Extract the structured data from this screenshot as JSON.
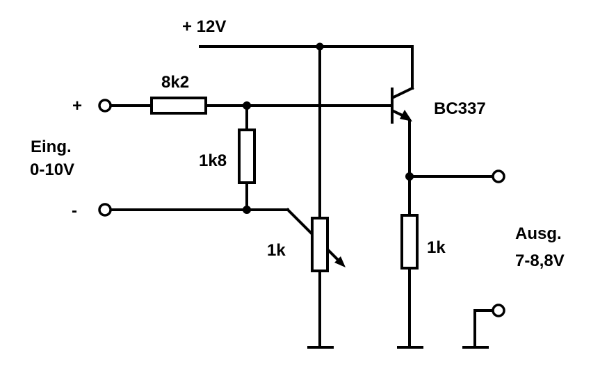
{
  "supply": {
    "label": "+ 12V"
  },
  "input": {
    "plus_label": "+",
    "minus_label": "-",
    "name": "Eing.",
    "range": "0-10V"
  },
  "components": {
    "r_series": "8k2",
    "r_divider": "1k8",
    "potentiometer": "1k",
    "r_emitter": "1k",
    "transistor": "BC337"
  },
  "output": {
    "name": "Ausg.",
    "range": "7-8,8V"
  }
}
